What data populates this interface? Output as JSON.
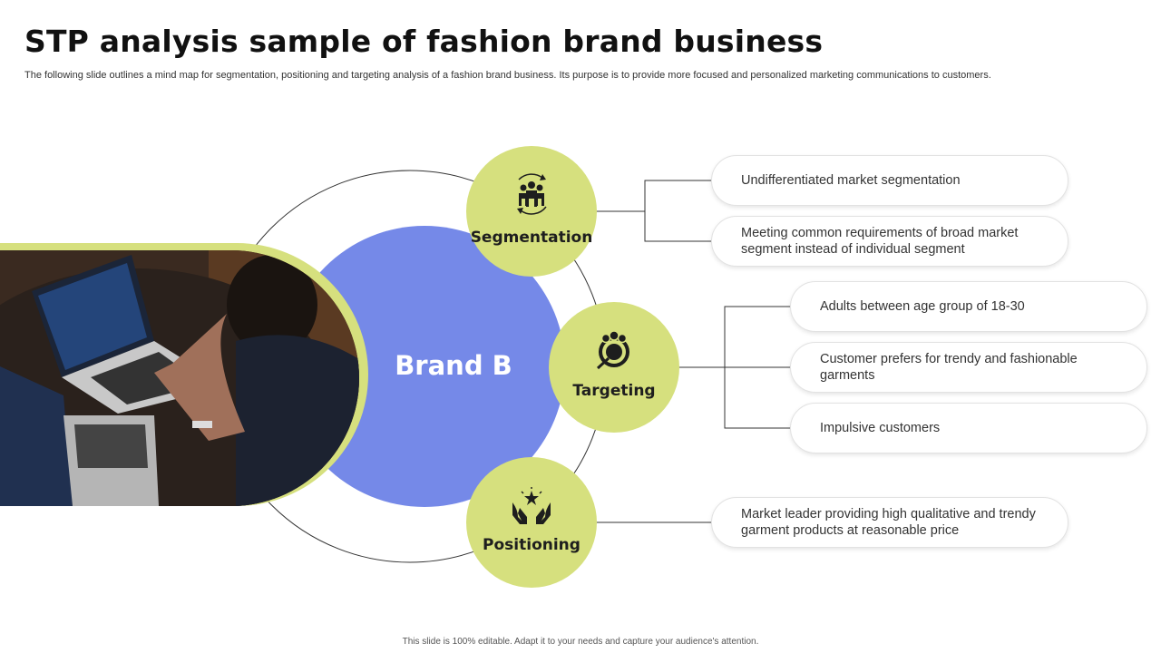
{
  "title": "STP analysis sample of fashion brand business",
  "subtitle": "The following slide outlines a mind map for segmentation, positioning and targeting analysis of a fashion brand business. Its purpose is to provide more focused and personalized marketing communications to customers.",
  "center": {
    "label": "Brand B",
    "color": "#7589e8"
  },
  "node_color": "#d6e07e",
  "nodes": [
    {
      "label": "Segmentation",
      "icon": "people-cycle-icon"
    },
    {
      "label": "Targeting",
      "icon": "target-group-icon"
    },
    {
      "label": "Positioning",
      "icon": "hands-star-icon"
    }
  ],
  "items": {
    "segmentation": [
      "Undifferentiated market segmentation",
      "Meeting common requirements of broad market segment instead of individual segment"
    ],
    "targeting": [
      "Adults between age group of 18-30",
      "Customer prefers for trendy and fashionable garments",
      "Impulsive customers"
    ],
    "positioning": [
      "Market leader providing high qualitative and trendy garment products at reasonable price"
    ]
  },
  "footer": "This slide is 100% editable. Adapt it to your needs and capture your audience's attention."
}
